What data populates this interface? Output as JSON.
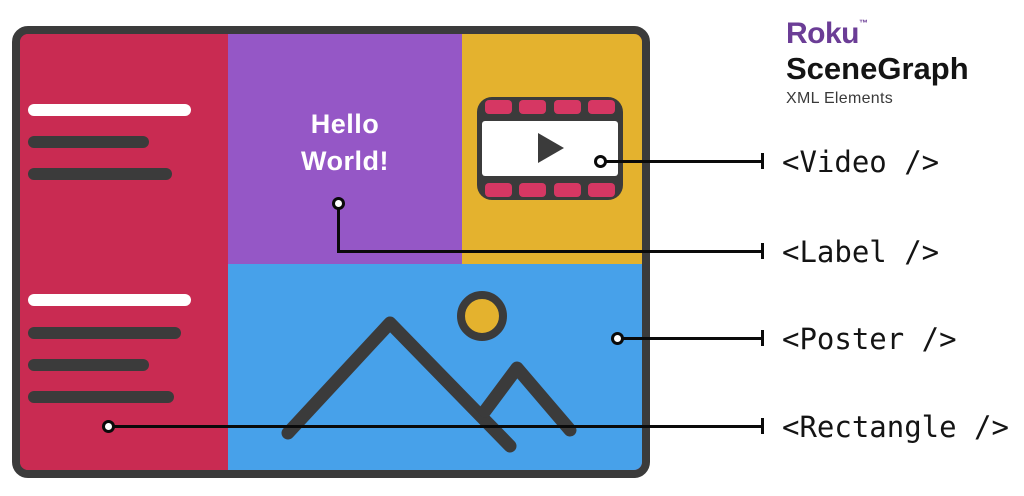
{
  "branding": {
    "logo": "Roku",
    "trademark": "™",
    "title": "SceneGraph",
    "subtitle": "XML Elements"
  },
  "screen": {
    "hello_line1": "Hello",
    "hello_line2": "World!"
  },
  "callouts": {
    "video": {
      "label": "<Video />"
    },
    "label": {
      "label": "<Label />"
    },
    "poster": {
      "label": "<Poster />"
    },
    "rectangle": {
      "label": "<Rectangle />"
    }
  },
  "icons": {
    "video": "film-strip",
    "play": "play-triangle",
    "poster": "mountain-landscape",
    "sun": "sun-circle"
  },
  "colors": {
    "rectangle_red": "#c92b52",
    "label_purple": "#9557c6",
    "video_yellow": "#e4b22e",
    "poster_blue": "#47a1ea",
    "outline_dark": "#3b3b3b",
    "film_sprocket": "#d63763",
    "roku_purple": "#6b3d96",
    "callout_black": "#0a0a0a",
    "white": "#ffffff"
  }
}
